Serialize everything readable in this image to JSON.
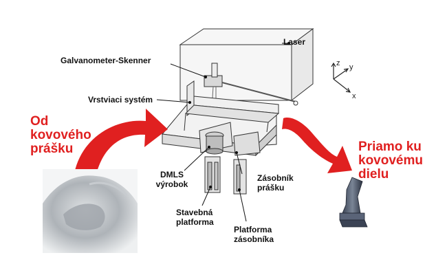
{
  "labels": {
    "laser": "Laser",
    "galvanometer": "Galvanometer-Skenner",
    "coater": "Vrstviaci systém",
    "dmls_part": [
      "DMLS",
      "výrobok"
    ],
    "powder_reservoir": [
      "Zásobník",
      "prášku"
    ],
    "build_platform": [
      "Stavebná",
      "platforma"
    ],
    "reservoir_platform": [
      "Platforma",
      "zásobníka"
    ]
  },
  "callouts": {
    "from_powder": [
      "Od",
      "kovového",
      "prášku"
    ],
    "to_part": [
      "Priamo ku",
      "kovovému",
      "dielu"
    ]
  },
  "axes": {
    "z": "z",
    "y": "y",
    "x": "x"
  },
  "colors": {
    "accent_red": "#e02020",
    "line": "#333333",
    "machine_fill": "#f4f4f4"
  }
}
